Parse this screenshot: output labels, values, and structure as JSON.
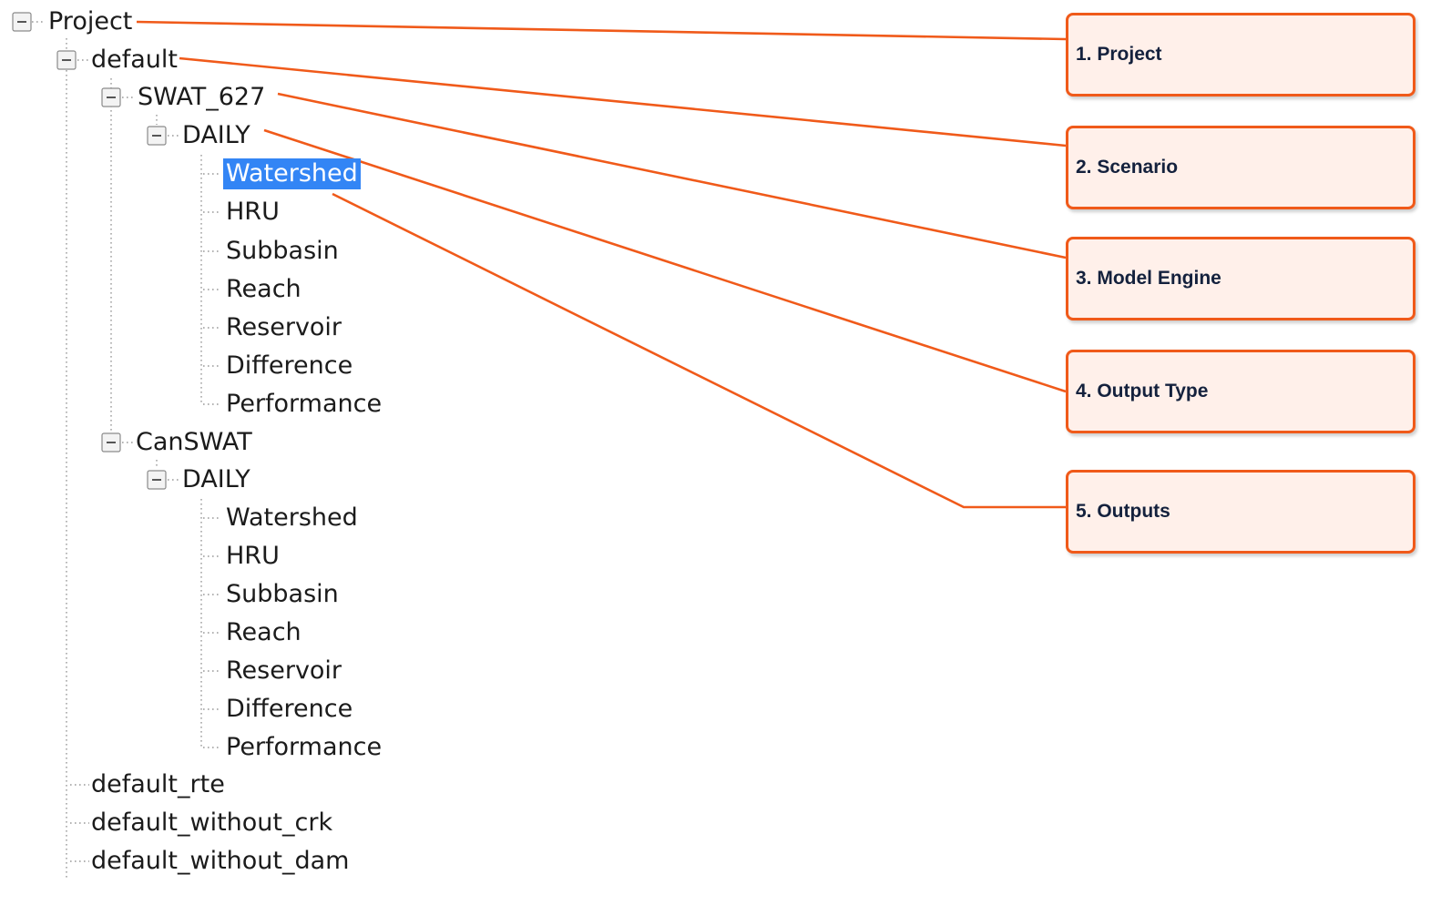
{
  "tree": {
    "root": {
      "label": "Project",
      "expanded": true
    },
    "scenario": {
      "label": "default",
      "expanded": true
    },
    "engines": [
      {
        "label": "SWAT_627",
        "expanded": true,
        "output_type": {
          "label": "DAILY",
          "expanded": true,
          "outputs": [
            "Watershed",
            "HRU",
            "Subbasin",
            "Reach",
            "Reservoir",
            "Difference",
            "Performance"
          ]
        }
      },
      {
        "label": "CanSWAT",
        "expanded": true,
        "output_type": {
          "label": "DAILY",
          "expanded": true,
          "outputs": [
            "Watershed",
            "HRU",
            "Subbasin",
            "Reach",
            "Reservoir",
            "Difference",
            "Performance"
          ]
        }
      }
    ],
    "other_scenarios": [
      "default_rte",
      "default_without_crk",
      "default_without_dam"
    ],
    "selected_item": "Watershed"
  },
  "callouts": [
    {
      "label": "1. Project"
    },
    {
      "label": "2. Scenario"
    },
    {
      "label": "3. Model Engine"
    },
    {
      "label": "4. Output Type"
    },
    {
      "label": "5. Outputs"
    }
  ],
  "colors": {
    "accent": "#f05a1a",
    "callout_fill": "#fff0ea",
    "selection": "#3385f5",
    "callout_text": "#14213d"
  },
  "icons": {
    "expander": "minus-box-icon"
  }
}
